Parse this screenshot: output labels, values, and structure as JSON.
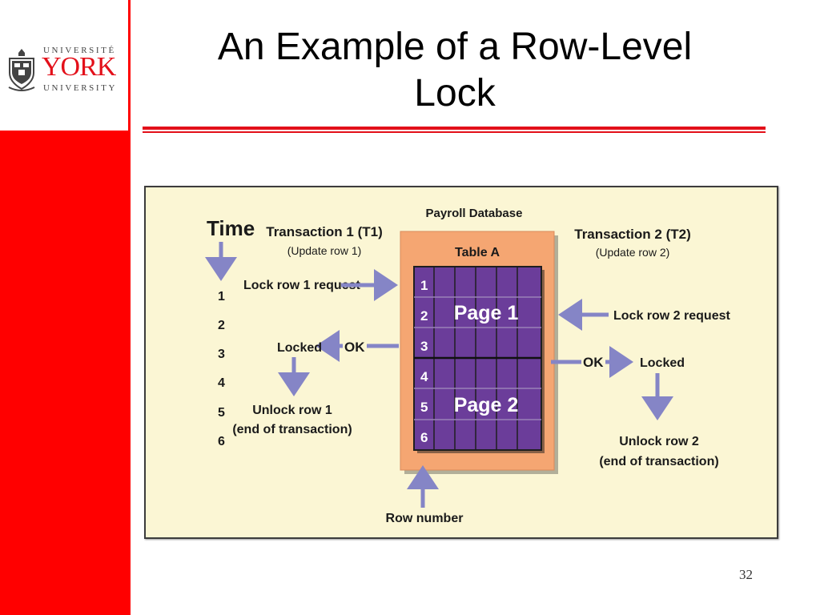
{
  "branding": {
    "logo_text_top": "UNIVERSITÉ",
    "logo_text_main": "YORK",
    "logo_text_bottom": "UNIVERSITY",
    "accent_color": "#ff0000"
  },
  "slide": {
    "title_line1": "An Example of a Row-Level",
    "title_line2": "Lock",
    "page_number": "32"
  },
  "diagram": {
    "time_label": "Time",
    "time_steps": [
      "1",
      "2",
      "3",
      "4",
      "5",
      "6"
    ],
    "database_label": "Payroll Database",
    "table_label": "Table A",
    "row_numbers": [
      "1",
      "2",
      "3",
      "4",
      "5",
      "6"
    ],
    "page_labels": [
      "Page 1",
      "Page 2"
    ],
    "row_number_label": "Row number",
    "t1": {
      "title": "Transaction 1 (T1)",
      "subtitle": "(Update row 1)",
      "request": "Lock row 1 request",
      "ok": "OK",
      "locked": "Locked",
      "unlock_line1": "Unlock row 1",
      "unlock_line2": "(end of transaction)"
    },
    "t2": {
      "title": "Transaction 2 (T2)",
      "subtitle": "(Update row 2)",
      "request": "Lock row 2 request",
      "ok": "OK",
      "locked": "Locked",
      "unlock_line1": "Unlock row 2",
      "unlock_line2": "(end of transaction)"
    },
    "colors": {
      "background": "#fbf6d4",
      "table_frame": "#f5a672",
      "grid_fill": "#6b3d9a",
      "arrow": "#8585c6"
    }
  }
}
